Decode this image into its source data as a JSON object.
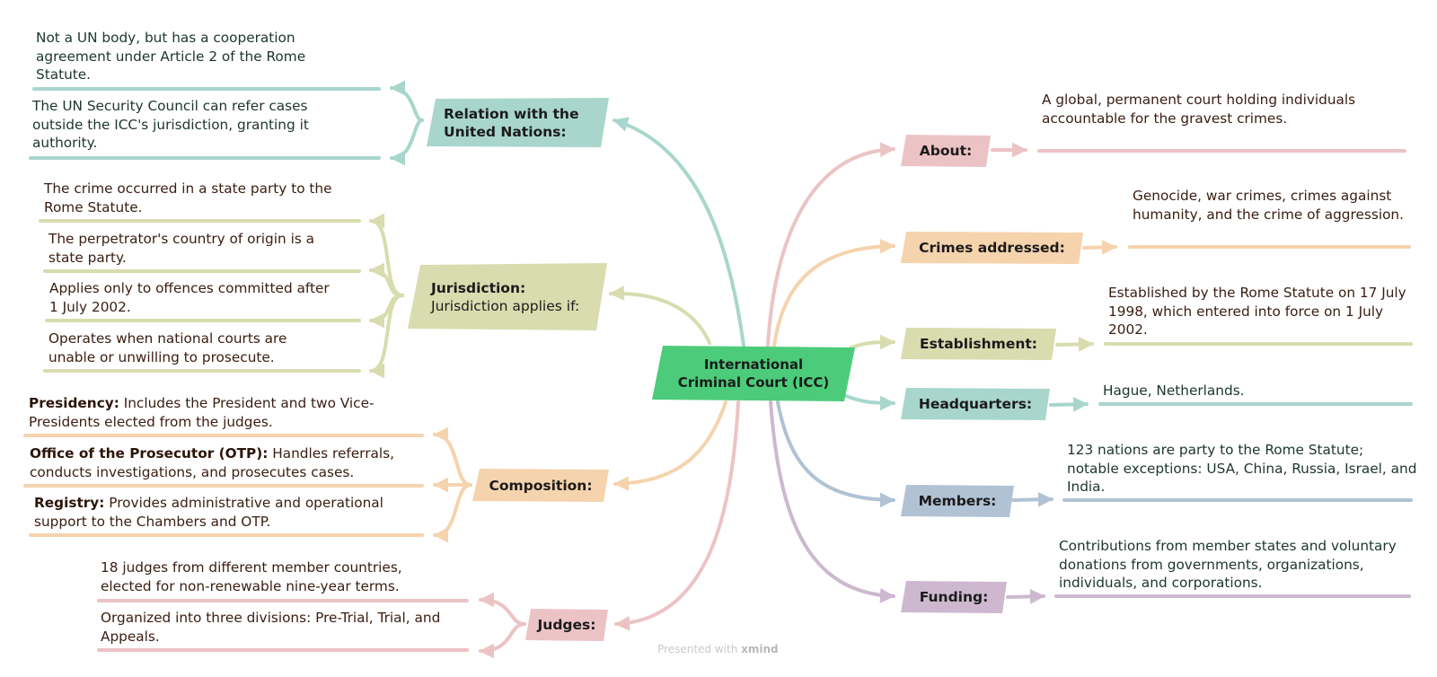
{
  "colors": {
    "teal": "#a8d6cc",
    "pink": "#ecc3c5",
    "peach": "#f5d3ad",
    "olive": "#d8dcae",
    "blue": "#b1c2d4",
    "mauve": "#cdb8d0",
    "center": "#4ccc7a"
  },
  "center": {
    "label": "International Criminal Court (ICC)"
  },
  "nodes": {
    "relation": "Relation with the United Nations:",
    "jurisdiction": "Jurisdiction:",
    "jurisdiction_sub": "Jurisdiction applies if:",
    "composition": "Composition:",
    "judges": "Judges:",
    "about": "About:",
    "crimes": "Crimes addressed:",
    "establishment": "Establishment:",
    "headquarters": "Headquarters:",
    "members": "Members:",
    "funding": "Funding:"
  },
  "leaves": {
    "relation_1": "Not a UN body, but has a cooperation agreement under Article 2 of the Rome Statute.",
    "relation_2": "The UN Security Council can refer cases outside the ICC's jurisdiction, granting it authority.",
    "jurisdiction_1": "The crime occurred in a state party to the Rome Statute.",
    "jurisdiction_2": "The perpetrator's country of origin is a state party.",
    "jurisdiction_3": "Applies only to offences committed after 1 July 2002.",
    "jurisdiction_4": "Operates when national courts are unable or unwilling to prosecute.",
    "composition_1_label": "Presidency:",
    "composition_1_text": " Includes the President and two Vice-Presidents elected from the judges.",
    "composition_2_label": "Office of the Prosecutor (OTP):",
    "composition_2_text": " Handles referrals, conducts investigations, and prosecutes cases.",
    "composition_3_label": "Registry:",
    "composition_3_text": " Provides administrative and operational support to the Chambers and OTP.",
    "judges_1": "18 judges from different member countries, elected for non-renewable nine-year terms.",
    "judges_2": "Organized into three divisions: Pre-Trial, Trial, and Appeals.",
    "about_1": "A global, permanent court holding individuals accountable for the gravest crimes.",
    "crimes_1": "Genocide, war crimes, crimes against humanity, and the crime of aggression.",
    "establishment_1": "Established by the Rome Statute on 17 July 1998, which entered into force on 1 July 2002.",
    "headquarters_1": "Hague, Netherlands.",
    "members_1": "123 nations are party to the Rome Statute; notable exceptions: USA, China, Russia, Israel, and India.",
    "funding_1": "Contributions from member states and voluntary donations from governments, organizations, individuals, and corporations."
  },
  "watermark": {
    "prefix": "Presented with",
    "brand": "xmind"
  }
}
